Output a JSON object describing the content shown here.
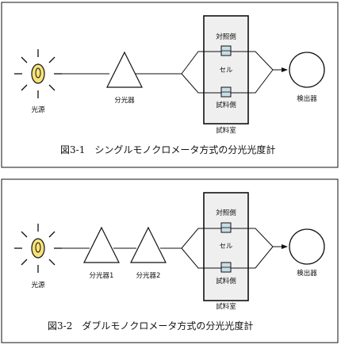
{
  "panels": [
    {
      "caption": "図3-1　シングルモノクロメータ方式の分光光度計",
      "light_source": "光源",
      "monochromators": [
        "分光器"
      ],
      "sample_chamber": "試料室",
      "reference_side": "対照側",
      "cell": "セル",
      "sample_side": "試料側",
      "detector": "検出器"
    },
    {
      "caption": "図3-2　ダブルモノクロメータ方式の分光光度計",
      "light_source": "光源",
      "monochromators": [
        "分光器1",
        "分光器2"
      ],
      "sample_chamber": "試料室",
      "reference_side": "対照側",
      "cell": "セル",
      "sample_side": "試料側",
      "detector": "検出器"
    }
  ],
  "colors": {
    "line": "#111111",
    "lamp_fill": "#f7e27a",
    "cell_fill": "#c9dde6",
    "chamber_fill": "#efefef"
  }
}
